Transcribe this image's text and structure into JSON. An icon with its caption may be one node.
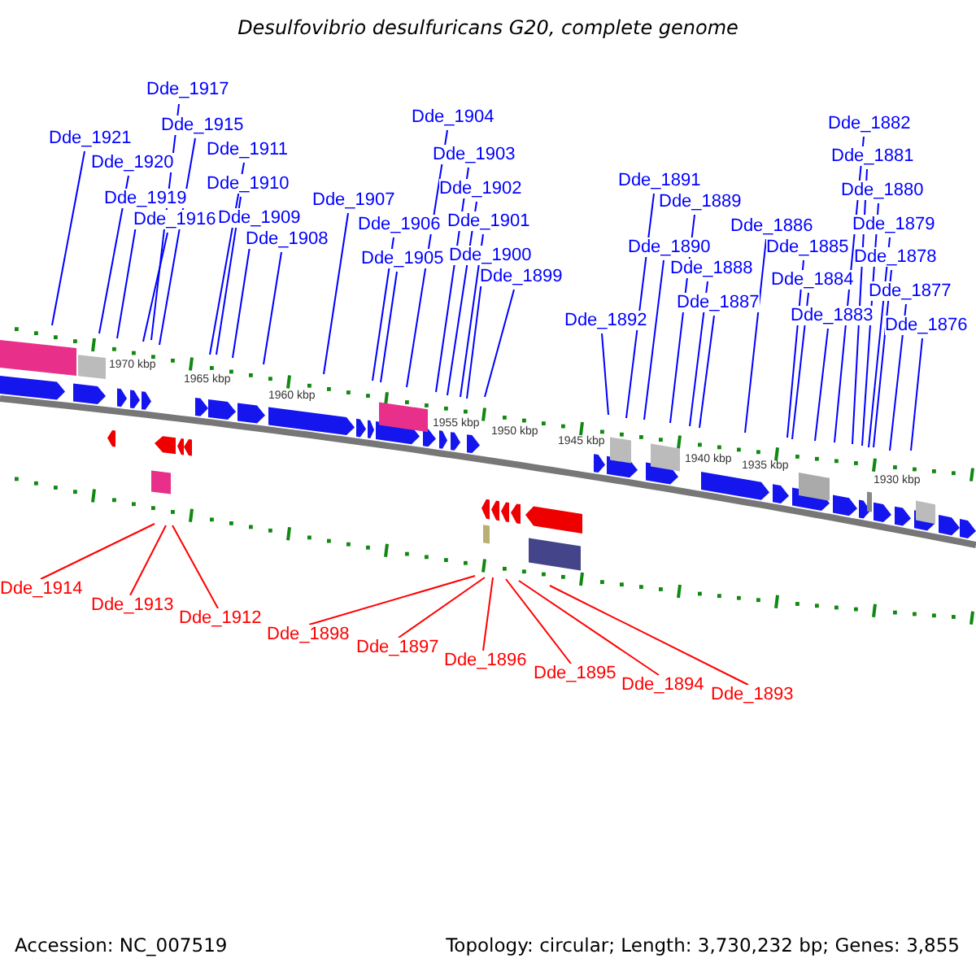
{
  "diagram": {
    "title": "Desulfovibrio desulfuricans G20, complete genome",
    "nodes": [
      {
        "text": [
          "Dde_1921"
        ]
      },
      {
        "text": [
          "Dde_1917"
        ]
      },
      {
        "text": [
          "Dde_1915"
        ]
      },
      {
        "text": [
          "Dde_1920"
        ]
      },
      {
        "text": [
          "Dde_1919"
        ]
      },
      {
        "text": [
          "Dde_1916"
        ]
      },
      {
        "text": [
          "Dde_1911"
        ]
      },
      {
        "text": [
          "Dde_1910"
        ]
      },
      {
        "text": [
          "Dde_1909"
        ]
      },
      {
        "text": [
          "Dde_1908"
        ]
      },
      {
        "text": [
          "Dde_1907"
        ]
      },
      {
        "text": [
          "Dde_1906"
        ]
      },
      {
        "text": [
          "Dde_1905"
        ]
      },
      {
        "text": [
          "Dde_1904"
        ]
      },
      {
        "text": [
          "Dde_1903"
        ]
      },
      {
        "text": [
          "Dde_1902"
        ]
      },
      {
        "text": [
          "Dde_1901"
        ]
      },
      {
        "text": [
          "Dde_1900"
        ]
      },
      {
        "text": [
          "Dde_1899"
        ]
      },
      {
        "text": [
          "Dde_1892"
        ]
      },
      {
        "text": [
          "Dde_1891"
        ]
      },
      {
        "text": [
          "Dde_1890"
        ]
      },
      {
        "text": [
          "Dde_1889"
        ]
      },
      {
        "text": [
          "Dde_1888"
        ]
      },
      {
        "text": [
          "Dde_1887"
        ]
      },
      {
        "text": [
          "Dde_1886"
        ]
      },
      {
        "text": [
          "Dde_1885"
        ]
      },
      {
        "text": [
          "Dde_1884"
        ]
      },
      {
        "text": [
          "Dde_1883"
        ]
      },
      {
        "text": [
          "Dde_1882"
        ]
      },
      {
        "text": [
          "Dde_1881"
        ]
      },
      {
        "text": [
          "Dde_1880"
        ]
      },
      {
        "text": [
          "Dde_1879"
        ]
      },
      {
        "text": [
          "Dde_1878"
        ]
      },
      {
        "text": [
          "Dde_1877"
        ]
      },
      {
        "text": [
          "Dde_1876"
        ]
      },
      {
        "text": [
          "Dde_1914"
        ]
      },
      {
        "text": [
          "Dde_1913"
        ]
      },
      {
        "text": [
          "Dde_1912"
        ]
      },
      {
        "text": [
          "Dde_1898"
        ]
      },
      {
        "text": [
          "Dde_1897"
        ]
      },
      {
        "text": [
          "Dde_1896"
        ]
      },
      {
        "text": [
          "Dde_1895"
        ]
      },
      {
        "text": [
          "Dde_1894"
        ]
      },
      {
        "text": [
          "Dde_1893"
        ]
      }
    ],
    "edges": [
      {
        "from": 0,
        "to": null,
        "arrow": "none"
      },
      {
        "from": 1,
        "to": null,
        "arrow": "none"
      },
      {
        "from": 2,
        "to": null,
        "arrow": "none"
      },
      {
        "from": 3,
        "to": null,
        "arrow": "none"
      },
      {
        "from": 4,
        "to": null,
        "arrow": "none"
      },
      {
        "from": 5,
        "to": null,
        "arrow": "none"
      },
      {
        "from": 6,
        "to": null,
        "arrow": "none"
      },
      {
        "from": 7,
        "to": null,
        "arrow": "none"
      },
      {
        "from": 8,
        "to": null,
        "arrow": "none"
      },
      {
        "from": 9,
        "to": null,
        "arrow": "none"
      },
      {
        "from": 10,
        "to": null,
        "arrow": "none"
      },
      {
        "from": 11,
        "to": null,
        "arrow": "none"
      },
      {
        "from": 12,
        "to": null,
        "arrow": "none"
      },
      {
        "from": 13,
        "to": null,
        "arrow": "none"
      },
      {
        "from": 14,
        "to": null,
        "arrow": "none"
      },
      {
        "from": 15,
        "to": null,
        "arrow": "none"
      },
      {
        "from": 16,
        "to": null,
        "arrow": "none"
      },
      {
        "from": 17,
        "to": null,
        "arrow": "none"
      },
      {
        "from": 18,
        "to": null,
        "arrow": "none"
      },
      {
        "from": 19,
        "to": null,
        "arrow": "none"
      },
      {
        "from": 20,
        "to": null,
        "arrow": "none"
      },
      {
        "from": 21,
        "to": null,
        "arrow": "none"
      },
      {
        "from": 22,
        "to": null,
        "arrow": "none"
      },
      {
        "from": 23,
        "to": null,
        "arrow": "none"
      },
      {
        "from": 24,
        "to": null,
        "arrow": "none"
      },
      {
        "from": 25,
        "to": null,
        "arrow": "none"
      },
      {
        "from": 26,
        "to": null,
        "arrow": "none"
      },
      {
        "from": 27,
        "to": null,
        "arrow": "none"
      },
      {
        "from": 28,
        "to": null,
        "arrow": "none"
      },
      {
        "from": 29,
        "to": null,
        "arrow": "none"
      },
      {
        "from": 30,
        "to": null,
        "arrow": "none"
      },
      {
        "from": 31,
        "to": null,
        "arrow": "none"
      },
      {
        "from": 32,
        "to": null,
        "arrow": "none"
      },
      {
        "from": 33,
        "to": null,
        "arrow": "none"
      },
      {
        "from": 34,
        "to": null,
        "arrow": "none"
      },
      {
        "from": 35,
        "to": null,
        "arrow": "none"
      },
      {
        "from": 36,
        "to": null,
        "arrow": "none",
        "color": "#ff0000"
      },
      {
        "from": 37,
        "to": null,
        "arrow": "none",
        "color": "#ff0000"
      },
      {
        "from": 38,
        "to": null,
        "arrow": "none",
        "color": "#ff0000"
      },
      {
        "from": 39,
        "to": null,
        "arrow": "none",
        "color": "#ff0000"
      },
      {
        "from": 40,
        "to": null,
        "arrow": "none",
        "color": "#ff0000"
      },
      {
        "from": 41,
        "to": null,
        "arrow": "none",
        "color": "#ff0000"
      },
      {
        "from": 42,
        "to": null,
        "arrow": "none",
        "color": "#ff0000"
      },
      {
        "from": 43,
        "to": null,
        "arrow": "none",
        "color": "#ff0000"
      },
      {
        "from": 44,
        "to": null,
        "arrow": "none",
        "color": "#ff0000"
      }
    ],
    "labels": [
      "1970 kbp",
      "1965 kbp",
      "1960 kbp",
      "1955 kbp",
      "1950 kbp",
      "1945 kbp",
      "1940 kbp",
      "1935 kbp",
      "1930 kbp",
      "Accession: NC_007519",
      "Topology: circular; Length: 3,730,232 bp; Genes: 3,855"
    ]
  }
}
